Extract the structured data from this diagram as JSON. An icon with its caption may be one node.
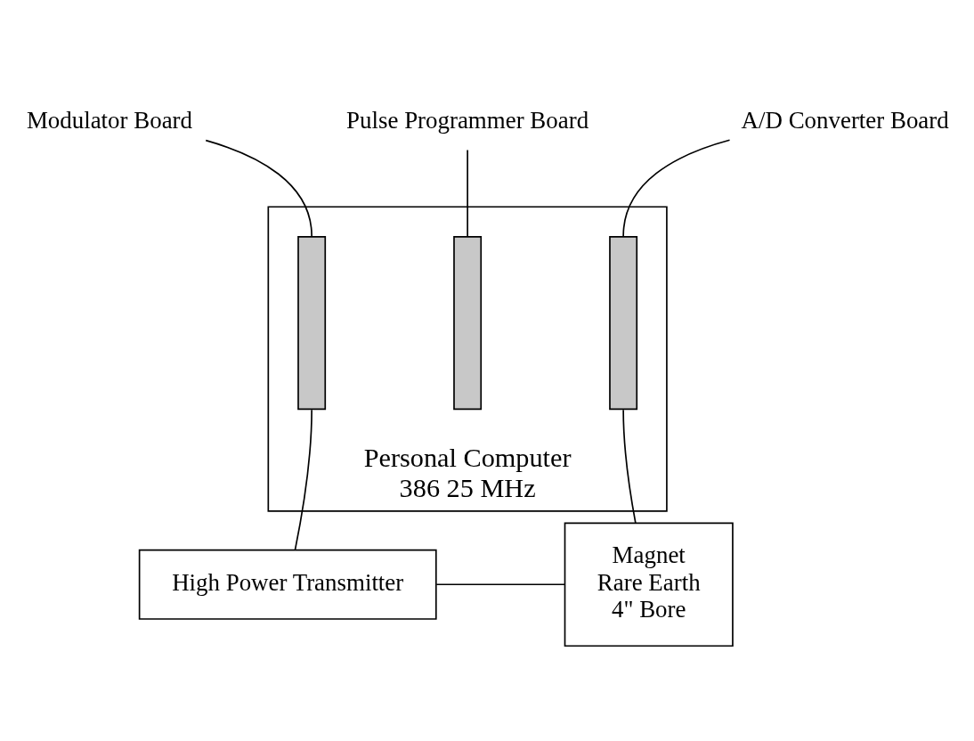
{
  "diagram": {
    "nodes": [
      {
        "text": [
          "Modulator Board"
        ]
      },
      {
        "text": [
          "Pulse Programmer Board"
        ]
      },
      {
        "text": [
          "A/D Converter Board"
        ]
      },
      {
        "text": [
          "Personal Computer",
          "386 25 MHz"
        ]
      },
      {
        "text": [],
        "shape": "bar",
        "in": 3
      },
      {
        "text": [],
        "shape": "bar",
        "in": 3
      },
      {
        "text": [],
        "shape": "bar",
        "in": 3
      },
      {
        "text": [
          "High Power Transmitter"
        ]
      },
      {
        "text": [
          "Magnet",
          "Rare Earth",
          "4\" Bore"
        ]
      }
    ],
    "edges": [
      {
        "from": 0,
        "to": 4,
        "arrow": "none"
      },
      {
        "from": 1,
        "to": 5,
        "arrow": "none"
      },
      {
        "from": 2,
        "to": 6,
        "arrow": "none"
      },
      {
        "from": 4,
        "to": 7,
        "arrow": "none"
      },
      {
        "from": 6,
        "to": 8,
        "arrow": "none"
      },
      {
        "from": 7,
        "to": 8,
        "arrow": "none"
      }
    ]
  }
}
